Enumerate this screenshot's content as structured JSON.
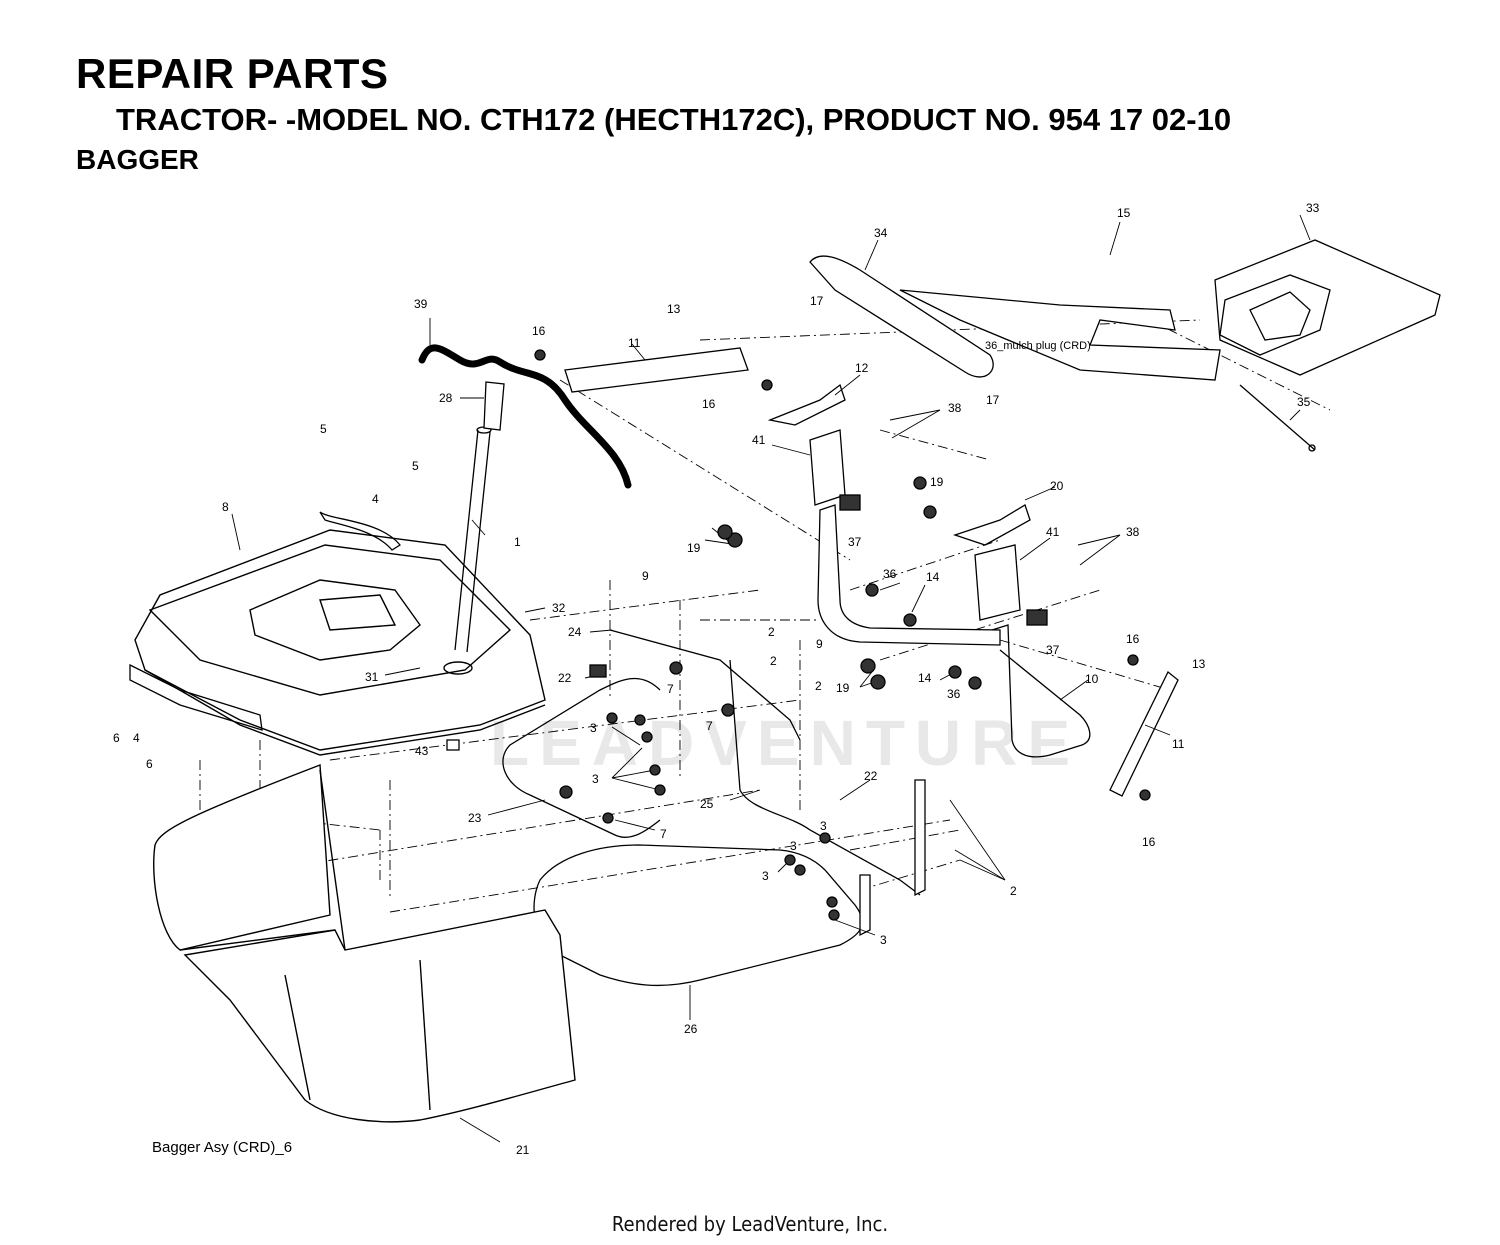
{
  "header": {
    "title": "REPAIR PARTS",
    "subtitle": "TRACTOR- -MODEL NO. CTH172 (HECTH172C), PRODUCT NO. 954 17 02-10",
    "section": "BAGGER"
  },
  "diagram": {
    "caption": "Bagger Asy (CRD)_6",
    "mulch_plug_label": "36_mulch plug (CRD)",
    "watermark": "LEADVENTURE"
  },
  "callouts": [
    "1",
    "2",
    "2",
    "2",
    "2",
    "3",
    "3",
    "3",
    "3",
    "3",
    "3",
    "4",
    "4",
    "5",
    "5",
    "6",
    "6",
    "7",
    "7",
    "7",
    "8",
    "9",
    "9",
    "10",
    "11",
    "11",
    "12",
    "13",
    "13",
    "14",
    "14",
    "15",
    "16",
    "16",
    "16",
    "16",
    "17",
    "17",
    "19",
    "19",
    "19",
    "20",
    "21",
    "22",
    "22",
    "23",
    "24",
    "25",
    "26",
    "28",
    "31",
    "32",
    "33",
    "34",
    "35",
    "36",
    "36",
    "37",
    "37",
    "38",
    "38",
    "39",
    "41",
    "41",
    "43"
  ],
  "footer": {
    "text": "Rendered by LeadVenture, Inc."
  }
}
